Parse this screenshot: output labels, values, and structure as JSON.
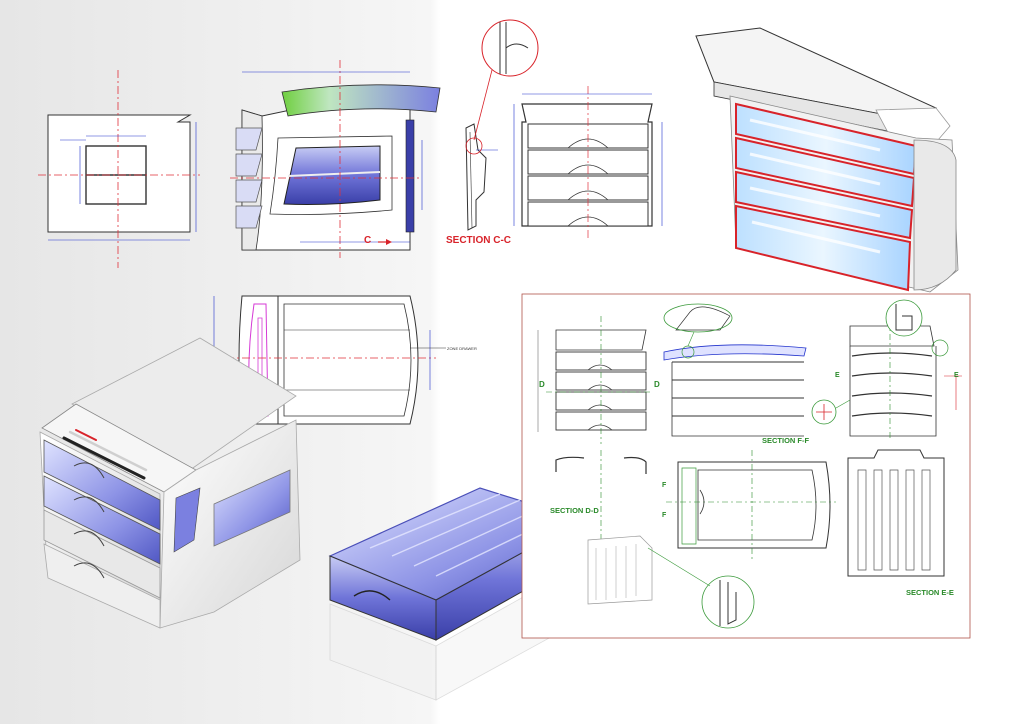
{
  "labels": {
    "section_cc": "SECTION C-C",
    "section_ff": "SECTION F-F",
    "section_dd": "SECTION D-D",
    "section_ee": "SECTION E-E",
    "mark_c": "C",
    "mark_d": "D",
    "mark_e": "E",
    "mark_f": "F",
    "zone_drawer": "ZONE DRAWER"
  },
  "colors": {
    "section_label": "#d8232a",
    "section_label_alt": "#2a8a2a",
    "dimension": "#2233cc",
    "centerline": "#e0303a",
    "outline": "#333333",
    "drawer_blue": "#6f74d8",
    "section_cut": "#d8232a",
    "accent_green": "#6fcf3f",
    "accent_magenta": "#d63ad6",
    "detail_circle": "#3b9a3b"
  }
}
